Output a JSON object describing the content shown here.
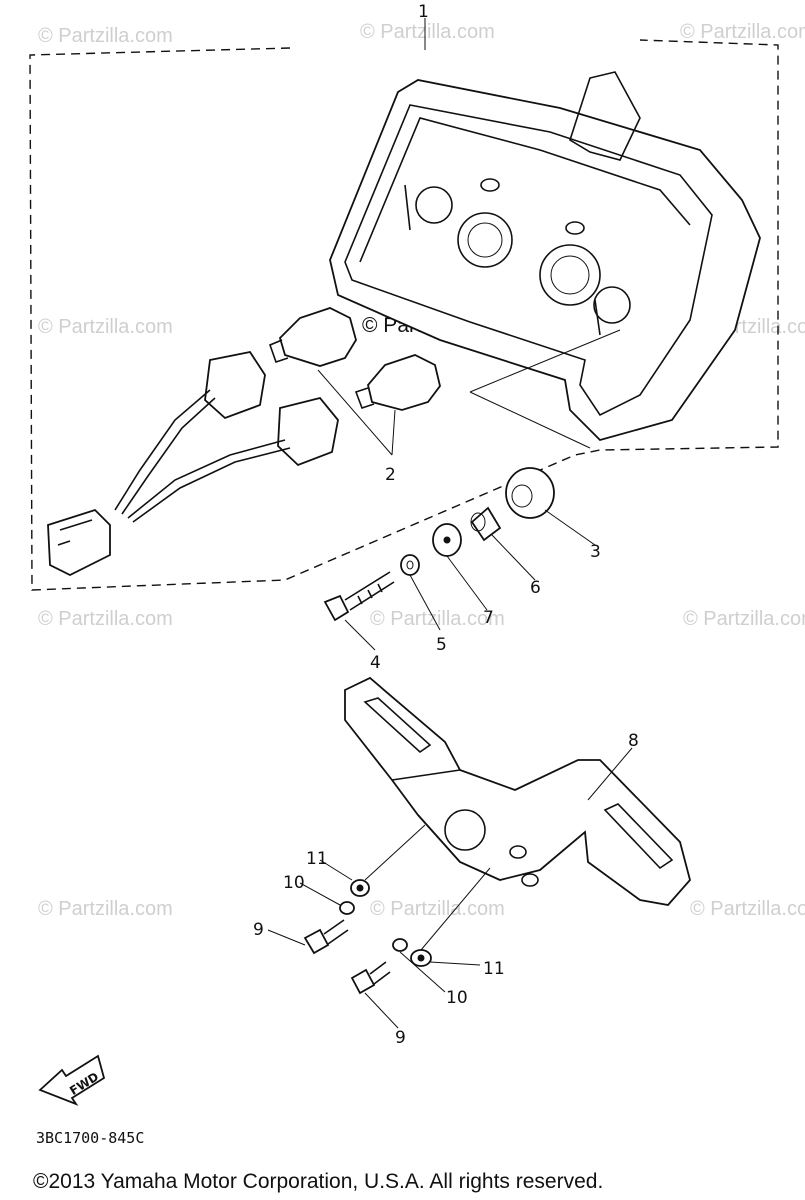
{
  "watermarks": {
    "text": "© Partzilla.com",
    "center_text": "© Partzilla.com"
  },
  "callouts": [
    "1",
    "2",
    "3",
    "4",
    "5",
    "6",
    "7",
    "8",
    "9",
    "9",
    "10",
    "10",
    "11",
    "11"
  ],
  "fwd_label": "FWD",
  "diagram_code": "3BC1700-845C",
  "copyright": "©2013 Yamaha Motor Corporation, U.S.A. All rights reserved."
}
